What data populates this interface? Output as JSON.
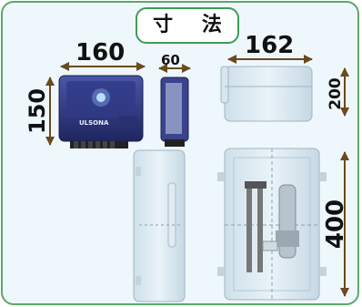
{
  "title": "寸 法",
  "dimensions": {
    "front_width": "160",
    "front_height": "150",
    "side_depth": "60",
    "open_width": "162",
    "open_height": "200",
    "full_height": "400"
  },
  "device_label": "ULSONA",
  "colors": {
    "border": "#5ca86a",
    "background": "#eef7fc",
    "dimension_line": "#6b4a1e"
  }
}
